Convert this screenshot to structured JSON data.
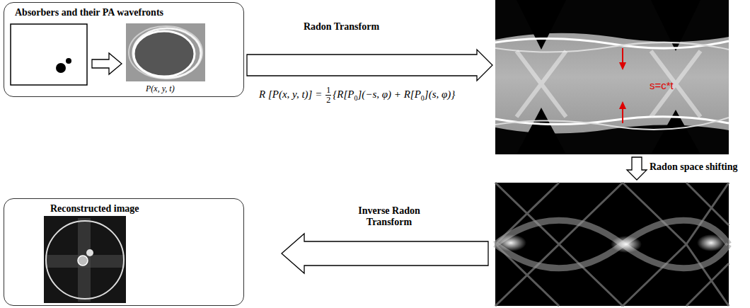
{
  "diagram": {
    "nodes": [
      {
        "text": [
          "Absorbers and their PA wavefronts",
          "P(x, y, t)"
        ]
      },
      {
        "text": [
          "s=c*t"
        ]
      },
      {
        "text": [
          "Reconstructed image"
        ]
      }
    ],
    "edges": [
      {
        "from": 0,
        "to": 1,
        "arrow": "to",
        "label": "Radon Transform"
      }
    ],
    "labels": [
      "Radon space shifting",
      "Inverse Radon Transform",
      "R [P(x, y, t)] =",
      "1",
      "2",
      "{R[P",
      "0",
      "](−s, φ) + R[P",
      "0",
      "](s, φ)}"
    ]
  }
}
